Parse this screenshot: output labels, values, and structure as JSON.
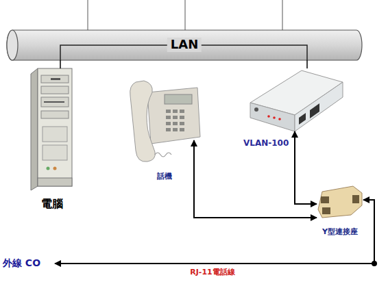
{
  "diagram": {
    "nodes": [
      {
        "text": [
          "LAN"
        ]
      },
      {
        "text": [
          "電腦"
        ]
      },
      {
        "text": [
          "話機"
        ]
      },
      {
        "text": [
          "VLAN-100"
        ]
      },
      {
        "text": [
          "Y型連接座"
        ]
      },
      {
        "text": [
          "外線 CO"
        ]
      }
    ],
    "edges": [
      {
        "from": 0,
        "to": 1,
        "arrow": "none"
      },
      {
        "from": 0,
        "to": 3,
        "arrow": "none"
      },
      {
        "from": 2,
        "to": 4,
        "arrow": "both"
      },
      {
        "from": 3,
        "to": 4,
        "arrow": "both"
      },
      {
        "from": 4,
        "to": 5,
        "arrow": "both",
        "label": "RJ-11電話線"
      }
    ]
  }
}
